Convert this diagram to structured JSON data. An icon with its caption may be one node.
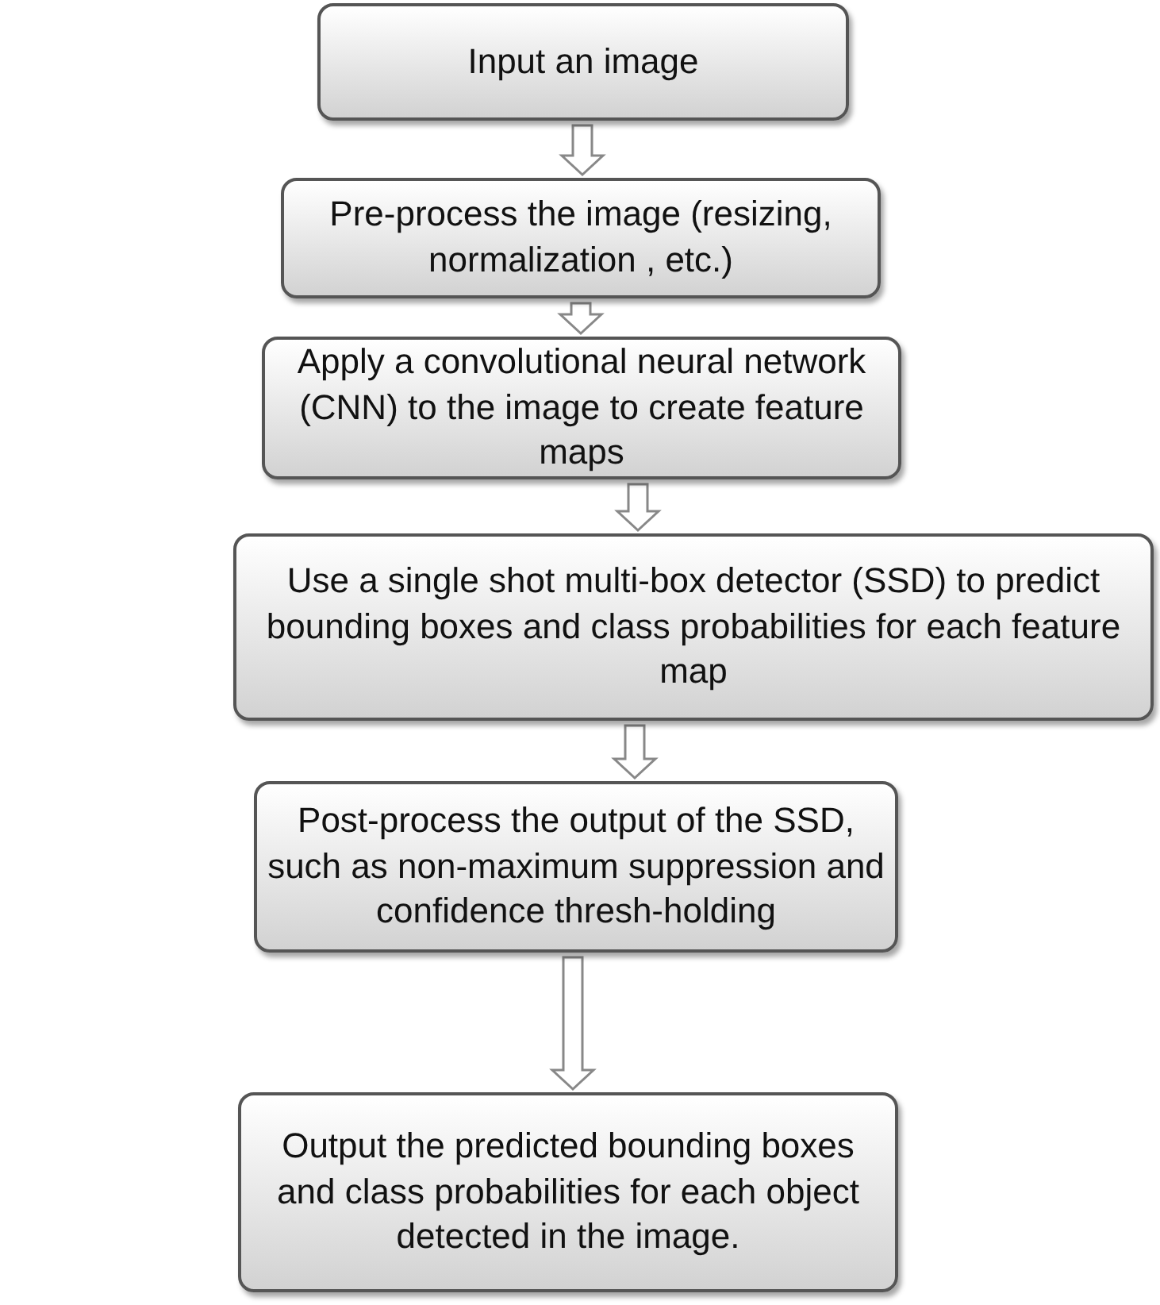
{
  "diagram": {
    "nodes": [
      {
        "text": [
          "Input an image"
        ]
      },
      {
        "text": [
          "Pre-process the image (resizing, normalization , etc.)"
        ]
      },
      {
        "text": [
          "Apply a convolutional neural network (CNN) to the image to create feature maps"
        ]
      },
      {
        "text": [
          "Use a single shot multi-box detector (SSD) to predict bounding boxes and class probabilities for each feature map"
        ]
      },
      {
        "text": [
          "Post-process the output of the SSD, such as non-maximum suppression and confidence thresh-holding"
        ]
      },
      {
        "text": [
          "Output the predicted bounding boxes and class probabilities for each object detected in the image."
        ]
      }
    ],
    "edges": [
      {
        "from": 0,
        "to": 1,
        "arrow": "to"
      },
      {
        "from": 1,
        "to": 2,
        "arrow": "to"
      },
      {
        "from": 2,
        "to": 3,
        "arrow": "to"
      },
      {
        "from": 3,
        "to": 4,
        "arrow": "to"
      },
      {
        "from": 4,
        "to": 5,
        "arrow": "to"
      }
    ]
  }
}
